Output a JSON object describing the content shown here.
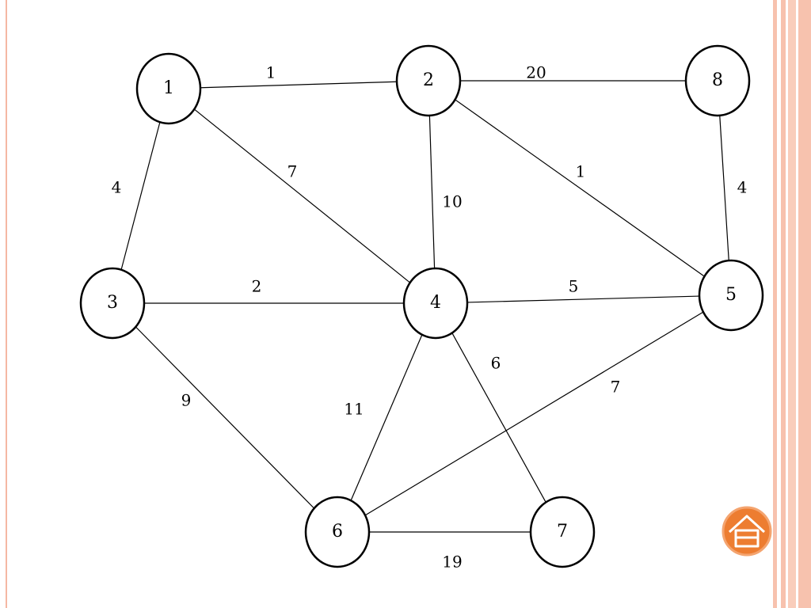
{
  "graph": {
    "nodes": [
      {
        "id": "1",
        "label": "1"
      },
      {
        "id": "2",
        "label": "2"
      },
      {
        "id": "3",
        "label": "3"
      },
      {
        "id": "4",
        "label": "4"
      },
      {
        "id": "5",
        "label": "5"
      },
      {
        "id": "6",
        "label": "6"
      },
      {
        "id": "7",
        "label": "7"
      },
      {
        "id": "8",
        "label": "8"
      }
    ],
    "edges": [
      {
        "from": "1",
        "to": "2",
        "weight": "1"
      },
      {
        "from": "2",
        "to": "8",
        "weight": "20"
      },
      {
        "from": "1",
        "to": "3",
        "weight": "4"
      },
      {
        "from": "1",
        "to": "4",
        "weight": "7"
      },
      {
        "from": "2",
        "to": "4",
        "weight": "10"
      },
      {
        "from": "2",
        "to": "5",
        "weight": "1"
      },
      {
        "from": "8",
        "to": "5",
        "weight": "4"
      },
      {
        "from": "3",
        "to": "4",
        "weight": "2"
      },
      {
        "from": "4",
        "to": "5",
        "weight": "5"
      },
      {
        "from": "3",
        "to": "6",
        "weight": "9"
      },
      {
        "from": "4",
        "to": "6",
        "weight": "11"
      },
      {
        "from": "4",
        "to": "7",
        "weight": "6"
      },
      {
        "from": "5",
        "to": "6",
        "weight": "7"
      },
      {
        "from": "6",
        "to": "7",
        "weight": "19"
      }
    ]
  },
  "home_button": {
    "icon": "home-icon",
    "color": "#ed7d31",
    "ring_color": "#f4a46f"
  },
  "colors": {
    "accent_band": "#f7c2ae",
    "stroke": "#000000"
  }
}
